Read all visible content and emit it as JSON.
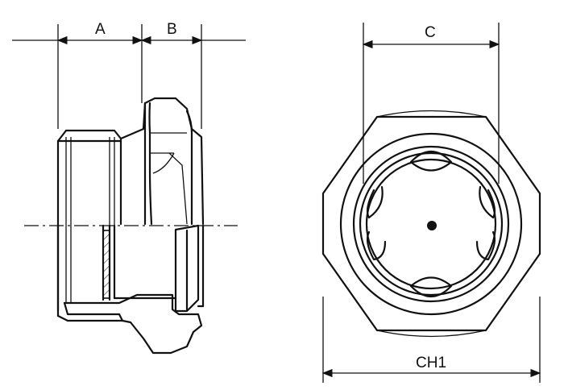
{
  "dimensions": {
    "a": "A",
    "b": "B",
    "c": "C",
    "ch1": "CH1"
  },
  "colors": {
    "line": "#111111",
    "background": "#ffffff"
  }
}
